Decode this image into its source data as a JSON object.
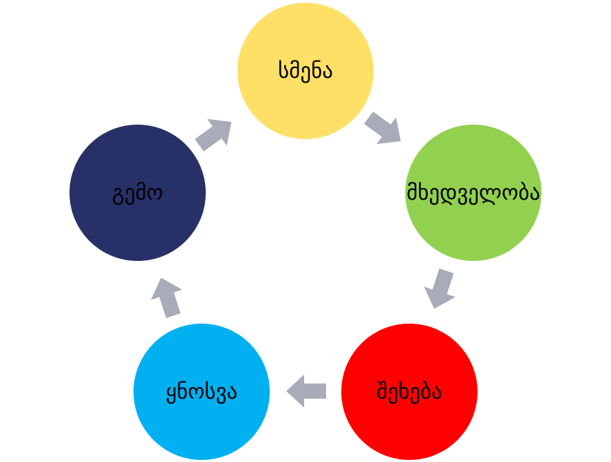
{
  "diagram": {
    "type": "cycle",
    "nodes": [
      {
        "label": "სმენა",
        "color": "#FFE066"
      },
      {
        "label": "მხედველობა",
        "color": "#92D050"
      },
      {
        "label": "შეხება",
        "color": "#FF0000"
      },
      {
        "label": "ყნოსვა",
        "color": "#00B0F0"
      },
      {
        "label": "გემო",
        "color": "#283068"
      }
    ],
    "arrow_color": "#A8ABB8",
    "arrow_direction": "clockwise"
  }
}
